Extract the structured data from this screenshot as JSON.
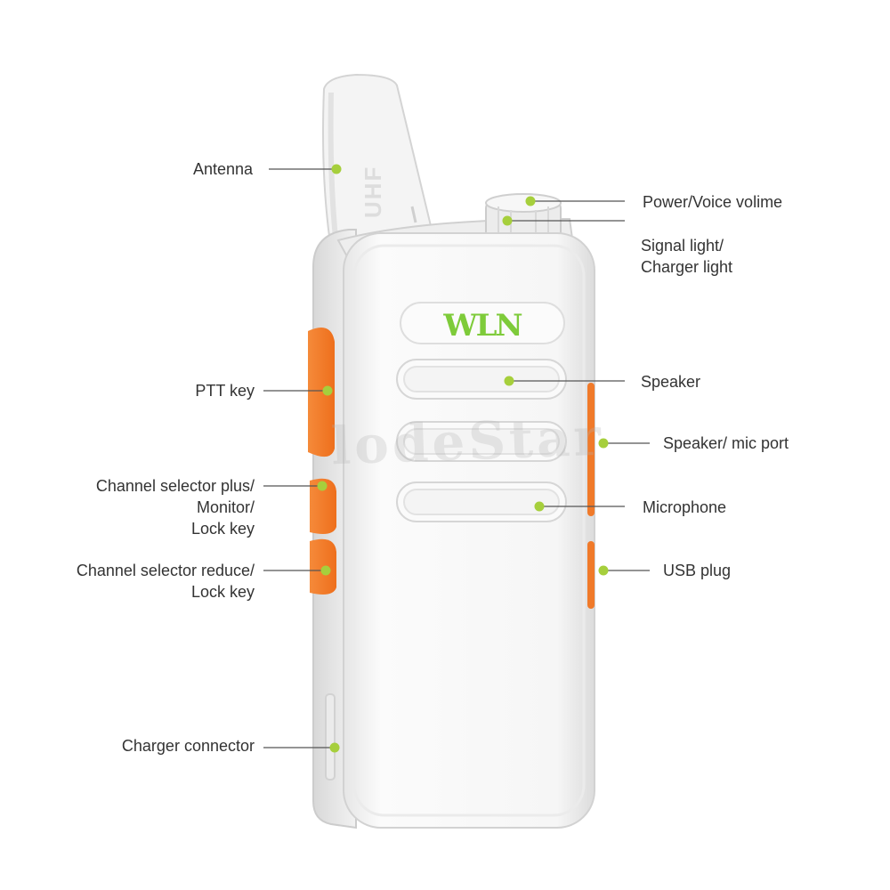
{
  "product": {
    "brand_logo": "WLN",
    "antenna_marking": "UHF",
    "watermark": "lodeStar",
    "colors": {
      "body": "#f7f7f7",
      "side_keys": "#f47a28",
      "logo": "#7ecb3a",
      "callout_dot": "#a6cf3c",
      "callout_line": "#555555"
    }
  },
  "callouts": {
    "antenna": "Antenna",
    "ptt_key": "PTT key",
    "channel_plus": "Channel selector plus/\nMonitor/\nLock key",
    "channel_reduce": "Channel selector reduce/\nLock key",
    "charger_connector": "Charger connector",
    "power_volume": "Power/Voice volime",
    "signal_light": "Signal light/\nCharger light",
    "speaker": "Speaker",
    "speaker_mic_port": "Speaker/ mic port",
    "microphone": "Microphone",
    "usb_plug": "USB plug"
  }
}
